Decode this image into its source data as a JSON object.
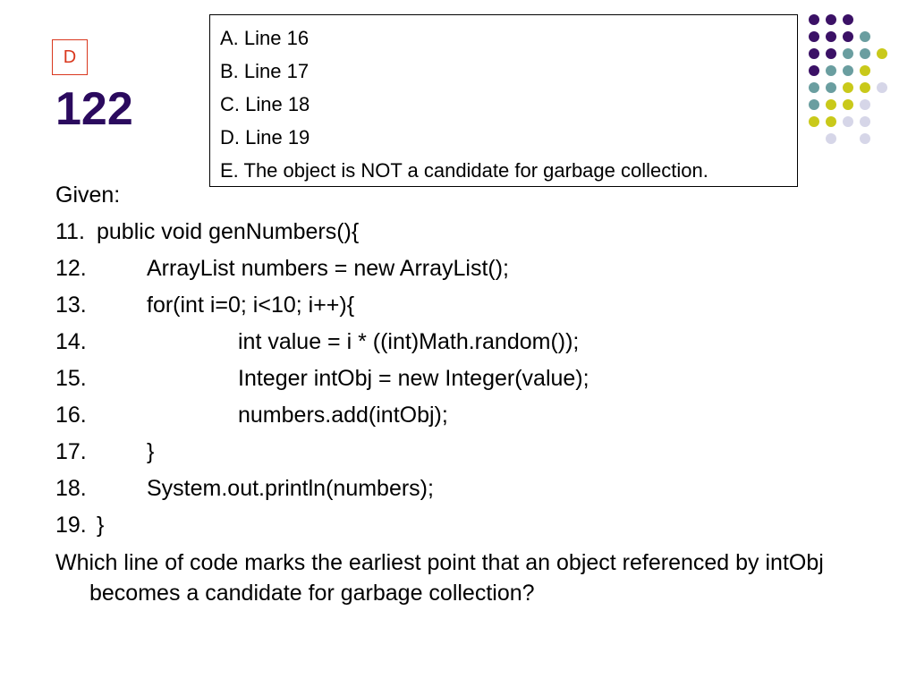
{
  "answer": {
    "label": "D",
    "color": "#d9381e"
  },
  "slide": {
    "number": "122",
    "color": "#2b0a5e"
  },
  "options": [
    "A. Line 16",
    "B. Line 17",
    "C. Line 18",
    "D. Line 19",
    "E. The object is NOT a candidate for garbage collection."
  ],
  "given_label": "Given:",
  "code_lines": [
    {
      "num": "11.",
      "code": "public void genNumbers(){",
      "indent": 0
    },
    {
      "num": "12.",
      "code": "ArrayList numbers = new ArrayList();",
      "indent": 1
    },
    {
      "num": "13.",
      "code": "for(int i=0; i<10; i++){",
      "indent": 1
    },
    {
      "num": "14.",
      "code": "int value = i * ((int)Math.random());",
      "indent": 2
    },
    {
      "num": "15.",
      "code": "Integer intObj = new Integer(value);",
      "indent": 2
    },
    {
      "num": "16.",
      "code": "numbers.add(intObj);",
      "indent": 2
    },
    {
      "num": "17.",
      "code": "}",
      "indent": 1
    },
    {
      "num": "18.",
      "code": "System.out.println(numbers);",
      "indent": 1
    },
    {
      "num": "19.",
      "code": "}",
      "indent": 0
    }
  ],
  "question": "Which line of code marks the earliest point that an object referenced by intObj becomes a candidate for garbage collection?",
  "decor": {
    "colors": {
      "purple": "#3b1166",
      "teal": "#6a9ea0",
      "yellow": "#c9c91a",
      "lavender": "#d6d6e8"
    },
    "grid": [
      [
        "purple",
        "purple",
        "purple",
        null,
        null
      ],
      [
        "purple",
        "purple",
        "purple",
        "teal",
        null
      ],
      [
        "purple",
        "purple",
        "teal",
        "teal",
        "yellow"
      ],
      [
        "purple",
        "teal",
        "teal",
        "yellow",
        null
      ],
      [
        "teal",
        "teal",
        "yellow",
        "yellow",
        "lavender"
      ],
      [
        "teal",
        "yellow",
        "yellow",
        "lavender",
        null
      ],
      [
        "yellow",
        "yellow",
        "lavender",
        "lavender",
        null
      ],
      [
        null,
        "lavender",
        null,
        "lavender",
        null
      ]
    ]
  }
}
